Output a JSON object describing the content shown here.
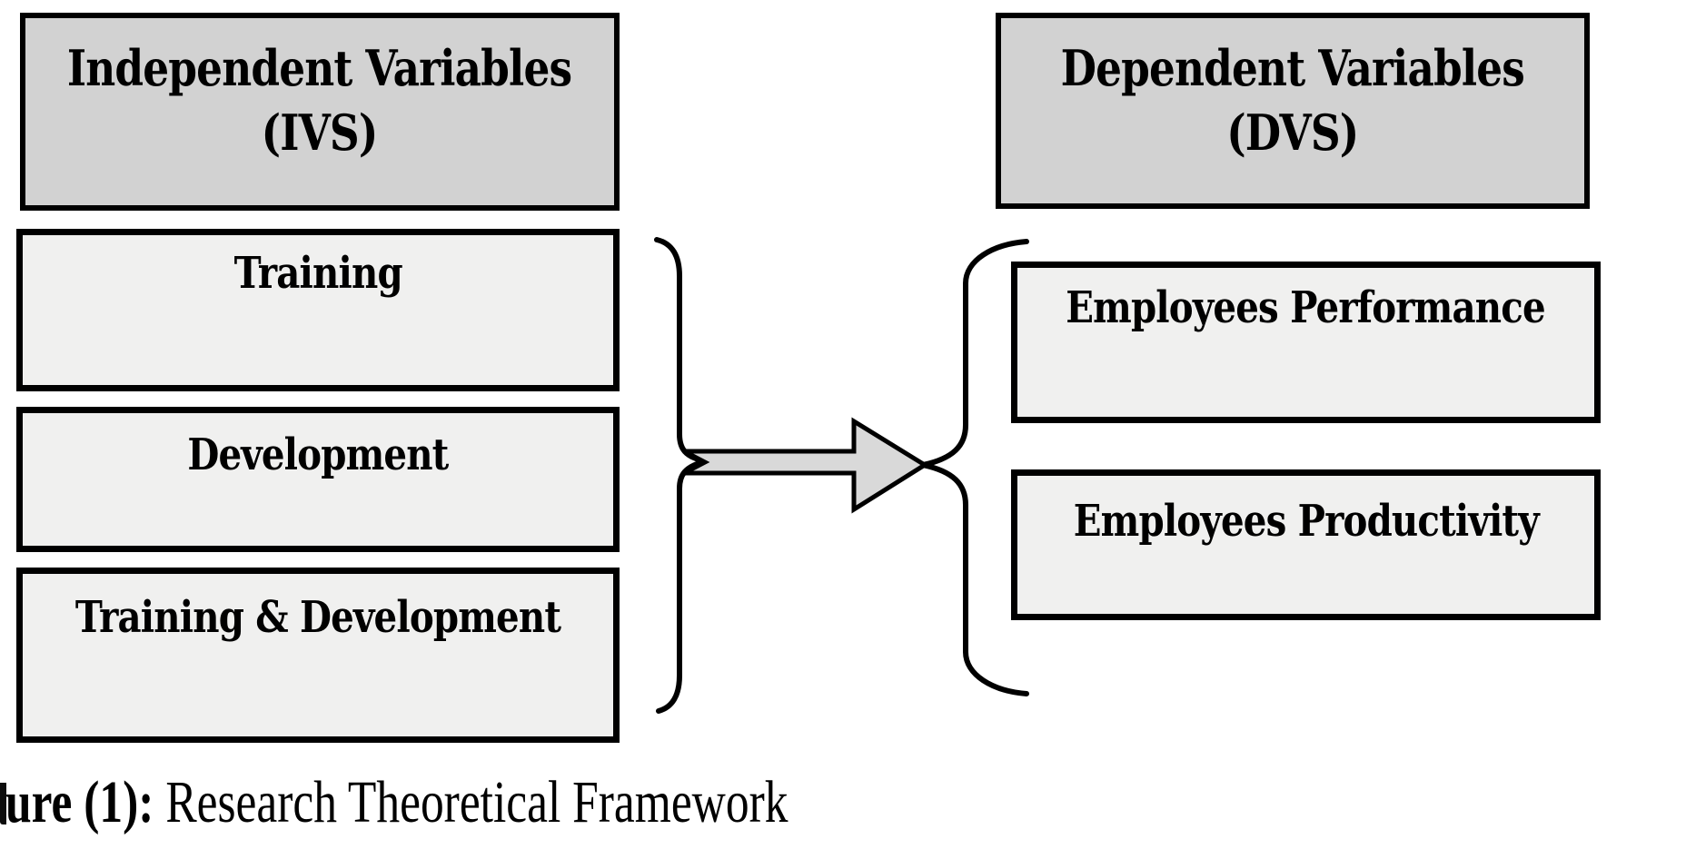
{
  "diagram": {
    "iv_header": {
      "line1": "Independent Variables",
      "line2": "(IVS)"
    },
    "dv_header": {
      "line1": "Dependent Variables",
      "line2": "(DVS)"
    },
    "iv_boxes": [
      "Training",
      "Development",
      "Training & Development"
    ],
    "dv_boxes": [
      "Employees Performance",
      "Employees Productivity"
    ],
    "caption": {
      "bold": "ure (1):",
      "regular": " Research Theoretical Framework"
    },
    "graphics": {
      "left_group_icon": "right-curly-brace-icon",
      "right_group_icon": "left-curly-brace-icon",
      "arrow_icon": "right-arrow-icon"
    },
    "colors": {
      "header_fill": "#d2d2d2",
      "box_fill": "#f0f0ef",
      "arrow_fill": "#d9d9d9",
      "border": "#000000"
    }
  }
}
